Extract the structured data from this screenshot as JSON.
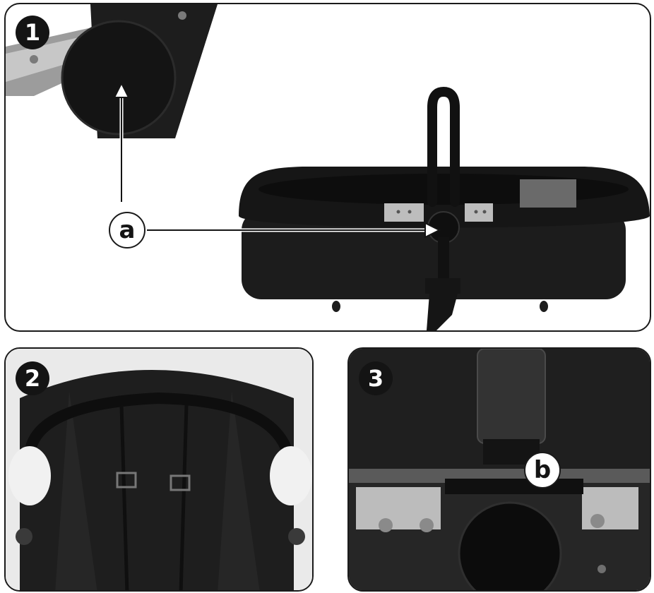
{
  "steps": {
    "one": {
      "number": "1",
      "callout": "a"
    },
    "two": {
      "number": "2"
    },
    "three": {
      "number": "3",
      "callout": "b"
    }
  },
  "colors": {
    "ink": "#141414",
    "fabric": "#1c1c1c",
    "metal": "#b9b9b9",
    "background": "#ffffff"
  }
}
